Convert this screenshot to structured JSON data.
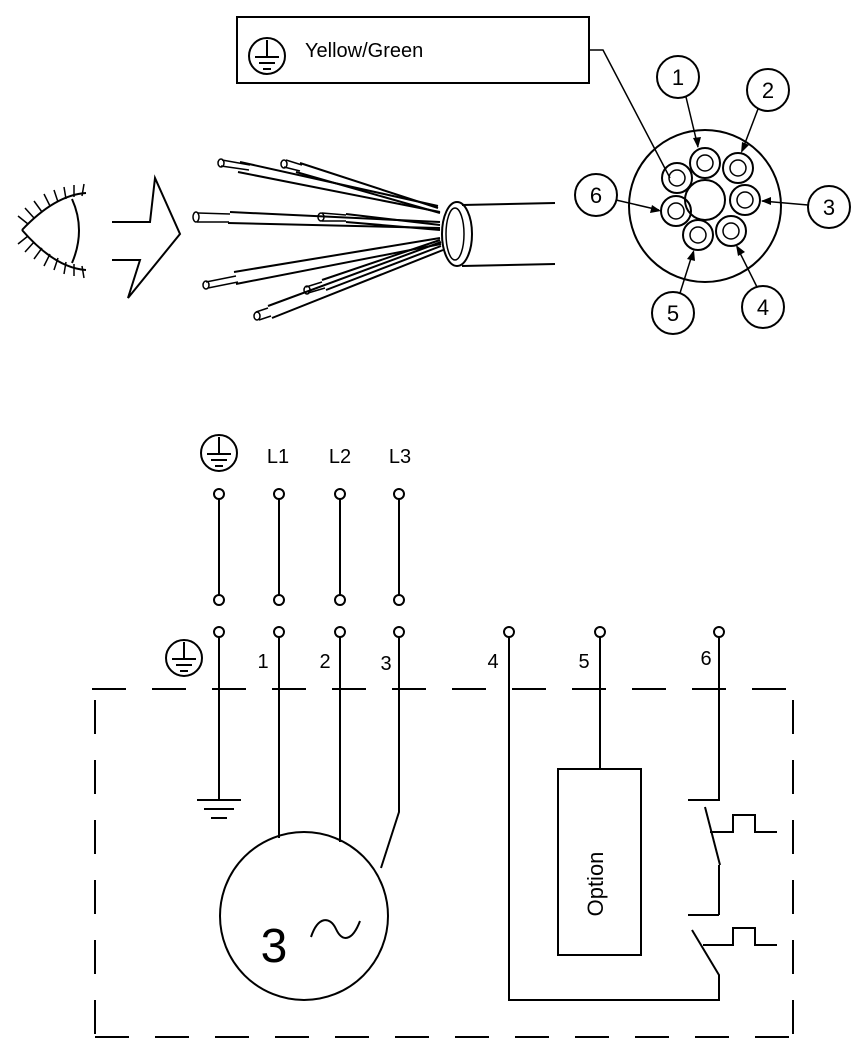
{
  "legend": {
    "label": "Yellow/Green"
  },
  "cross_section": {
    "callouts": [
      "1",
      "2",
      "3",
      "4",
      "5",
      "6"
    ]
  },
  "supply": {
    "labels": [
      "L1",
      "L2",
      "L3"
    ]
  },
  "terminals": {
    "labels": [
      "1",
      "2",
      "3",
      "4",
      "5",
      "6"
    ]
  },
  "motor": {
    "number": "3",
    "symbol": "~"
  },
  "option_box": {
    "label": "Option"
  }
}
